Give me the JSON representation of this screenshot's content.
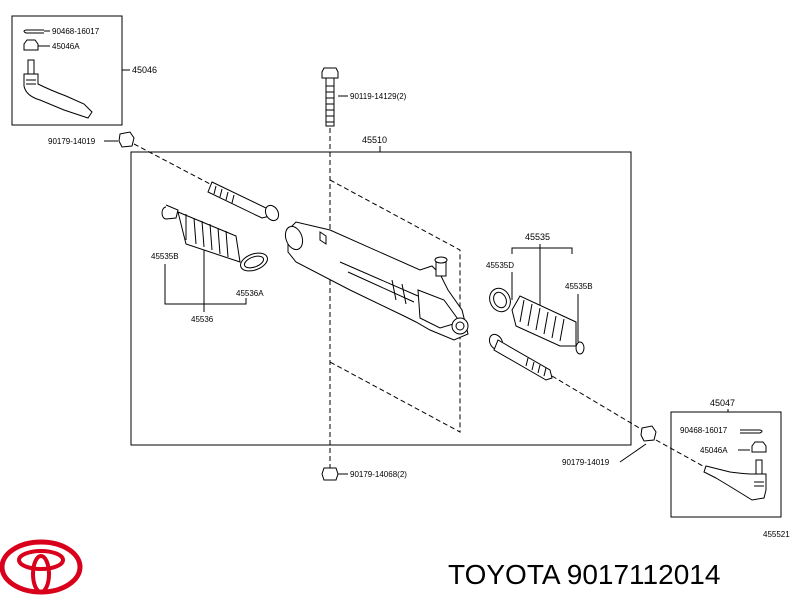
{
  "callouts": {
    "cotter_pin_left": "90468-16017",
    "nut_left": "45046A",
    "tie_rod_end_left": "45046",
    "bolt": "90119-14129(2)",
    "nut_lower_left": "90179-14019",
    "rack_assembly": "45510",
    "boot_clamp_left": "45535B",
    "boot_left": "45536",
    "clamp_left": "45536A",
    "boot_kit_right": "45535",
    "clamp_right_inner": "45535D",
    "clamp_right_outer": "45535B",
    "tie_rod_end_right": "45047",
    "cotter_pin_right": "90468-16017",
    "nut_right": "45046A",
    "nut_lower_right": "90179-14019",
    "nut_bottom": "90179-14068(2)",
    "figure_id": "455521"
  },
  "brand": {
    "part_number_label": "TOYOTA 9017112014",
    "logo_color": "#d9001b"
  }
}
